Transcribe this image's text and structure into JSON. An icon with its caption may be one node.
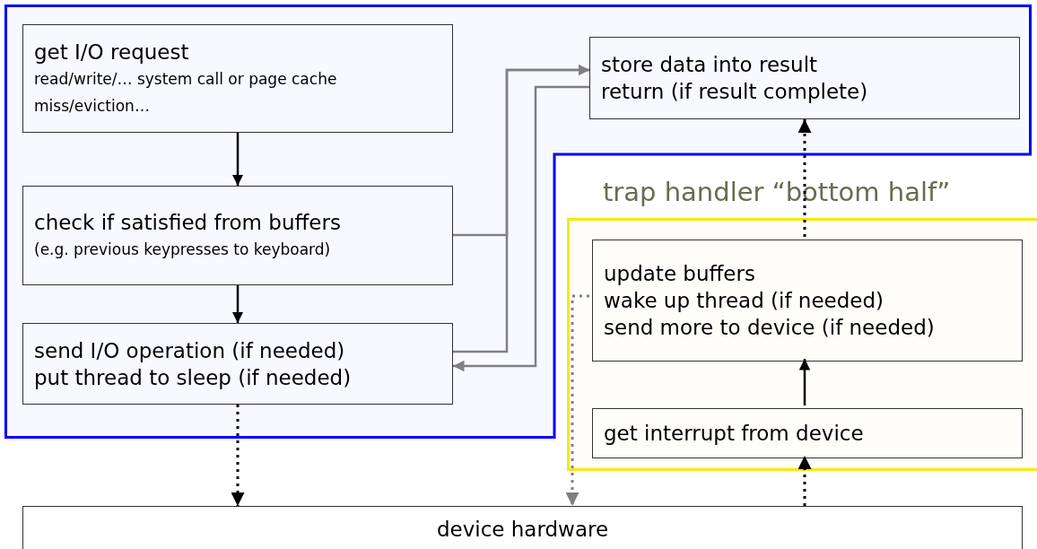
{
  "diagram": {
    "nodes": [
      {
        "text": [],
        "shape": "box"
      },
      {
        "text": [
          "get I/O request",
          "read/write/… system call or page cache miss/eviction…"
        ],
        "in": 0
      },
      {
        "text": [
          "check if satisfied from buffers",
          "(e.g.  previous keypresses to keyboard)"
        ],
        "in": 0
      },
      {
        "text": [
          "send I/O operation (if needed)",
          "put thread to sleep (if needed)"
        ],
        "in": 0
      },
      {
        "text": [
          "store data into result",
          "return (if result complete)"
        ],
        "in": 0
      },
      {
        "text": [
          "trap handler “bottom half”"
        ]
      },
      {
        "text": [
          "update buffers",
          "wake up thread (if needed)",
          "send more to device (if needed)"
        ],
        "in": 5
      },
      {
        "text": [
          "get interrupt from device"
        ],
        "in": 5
      },
      {
        "text": [
          "device hardware"
        ]
      }
    ],
    "edges": [
      {
        "from": 1,
        "to": 2,
        "arrow": "to"
      },
      {
        "from": 2,
        "to": 3,
        "arrow": "to"
      },
      {
        "from": 2,
        "to": 4,
        "arrow": "to",
        "color": "#808080"
      },
      {
        "from": 3,
        "to": 4,
        "arrow": "to",
        "color": "#808080"
      },
      {
        "from": 4,
        "to": 3,
        "arrow": "to",
        "color": "#808080"
      },
      {
        "from": 3,
        "to": 8,
        "arrow": "to",
        "style": "dashed"
      },
      {
        "from": 6,
        "to": 8,
        "arrow": "to",
        "style": "dashed",
        "color": "#808080"
      },
      {
        "from": 8,
        "to": 7,
        "arrow": "to",
        "style": "dashed"
      },
      {
        "from": 7,
        "to": 6,
        "arrow": "to"
      },
      {
        "from": 6,
        "to": 4,
        "arrow": "to",
        "style": "dashed"
      }
    ]
  }
}
